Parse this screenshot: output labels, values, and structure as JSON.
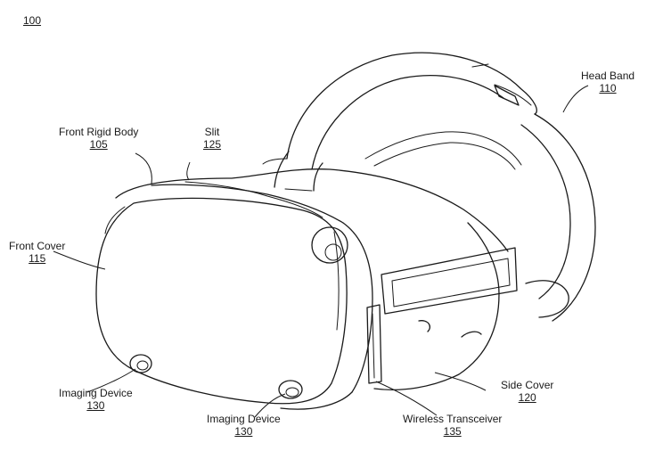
{
  "figure_number": "100",
  "labels": {
    "head_band": {
      "text": "Head Band",
      "num": "110"
    },
    "front_rigid_body": {
      "text": "Front Rigid Body",
      "num": "105"
    },
    "slit": {
      "text": "Slit",
      "num": "125"
    },
    "front_cover": {
      "text": "Front Cover",
      "num": "115"
    },
    "side_cover": {
      "text": "Side Cover",
      "num": "120"
    },
    "imaging_device_left": {
      "text": "Imaging Device",
      "num": "130"
    },
    "imaging_device_center": {
      "text": "Imaging Device",
      "num": "130"
    },
    "wireless_transceiver": {
      "text": "Wireless Transceiver",
      "num": "135"
    }
  }
}
